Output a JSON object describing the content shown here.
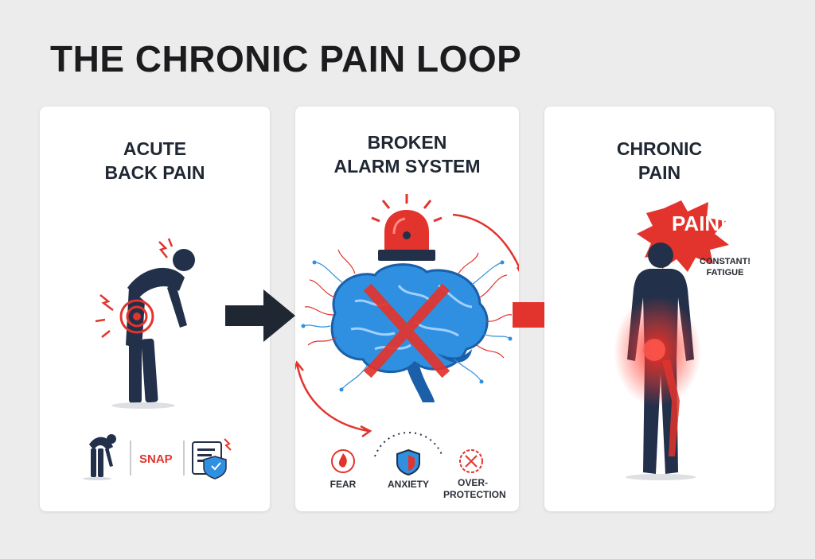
{
  "title": "THE CHRONIC PAIN LOOP",
  "panels": [
    {
      "title_lines": [
        "ACUTE",
        "BACK PAIN"
      ],
      "footer": {
        "snap_label": "SNAP"
      }
    },
    {
      "title_lines": [
        "BROKEN",
        "ALARM SYSTEM"
      ],
      "factors": [
        {
          "label": "FEAR",
          "icon": "fire-icon"
        },
        {
          "label": "ANXIETY",
          "icon": "shield-icon"
        },
        {
          "label_lines": [
            "OVER-",
            "PROTECTION"
          ],
          "icon": "alert-circle-icon"
        }
      ]
    },
    {
      "title_lines": [
        "CHRONIC",
        "PAIN"
      ],
      "burst_label": "PAIN!",
      "symptoms": [
        "CONSTANT!",
        "FATIGUE"
      ]
    }
  ],
  "colors": {
    "navy": "#22304a",
    "red": "#e2342d",
    "brain_blue": "#2f8fe0",
    "background": "#ececed"
  }
}
